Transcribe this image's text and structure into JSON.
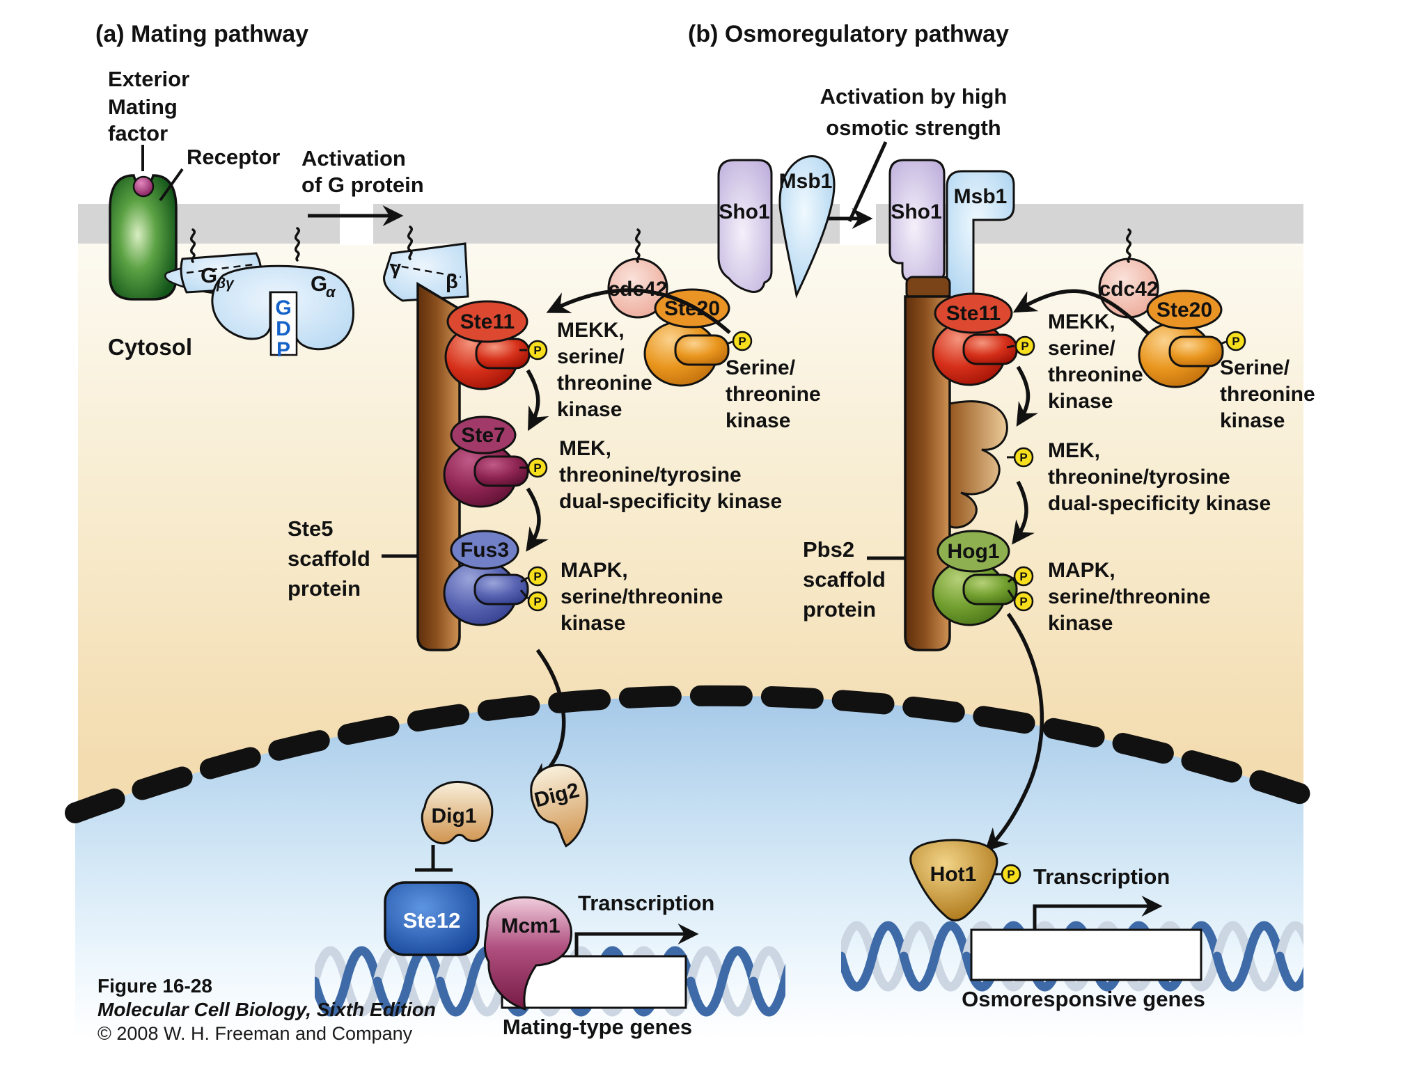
{
  "panel_a": {
    "title": "(a)  Mating pathway",
    "exterior": "Exterior",
    "mating_factor_l1": "Mating",
    "mating_factor_l2": "factor",
    "receptor": "Receptor",
    "activation_l1": "Activation",
    "activation_l2": "of G protein",
    "cytosol": "Cytosol",
    "g_beta_gamma_main": "G",
    "g_beta_gamma_sub": "βγ",
    "g_alpha_main": "G",
    "g_alpha_sub": "α",
    "gdp_g": "G",
    "gdp_d": "D",
    "gdp_p": "P",
    "gamma": "γ",
    "beta": "β",
    "scaffold_l1": "Ste5",
    "scaffold_l2": "scaffold",
    "scaffold_l3": "protein",
    "ste11": "Ste11",
    "ste7": "Ste7",
    "fus3": "Fus3",
    "cdc42": "cdc42",
    "ste20": "Ste20",
    "dig1": "Dig1",
    "dig2": "Dig2",
    "ste12": "Ste12",
    "mcm1": "Mcm1",
    "transcription": "Transcription",
    "genes": "Mating-type genes"
  },
  "panel_b": {
    "title": "(b)  Osmoregulatory pathway",
    "activation_l1": "Activation by high",
    "activation_l2": "osmotic strength",
    "sho1": "Sho1",
    "msb1": "Msb1",
    "cdc42": "cdc42",
    "ste20": "Ste20",
    "ste11": "Ste11",
    "scaffold_l1": "Pbs2",
    "scaffold_l2": "scaffold",
    "scaffold_l3": "protein",
    "hog1": "Hog1",
    "hot1": "Hot1",
    "transcription": "Transcription",
    "genes": "Osmoresponsive genes"
  },
  "kinase_labels": {
    "mekk": [
      "MEKK,",
      "serine/",
      "threonine",
      "kinase"
    ],
    "ste20_kinase": [
      "Serine/",
      "threonine",
      "kinase"
    ],
    "mek": [
      "MEK,",
      "threonine/tyrosine",
      "dual-specificity kinase"
    ],
    "mapk": [
      "MAPK,",
      "serine/threonine",
      "kinase"
    ]
  },
  "phosphate": "P",
  "caption": {
    "figure": "Figure 16-28",
    "book": "Molecular Cell Biology, Sixth Edition",
    "copyright": "© 2008 W. H. Freeman and Company"
  },
  "colors": {
    "membrane_gray": "#d5d5d5",
    "phosphate_yellow": "#f7df1e",
    "cytosol_tan": "#f3dcb0",
    "nucleus_blue": "#a6c9e8",
    "scaffold_brown": "#8a4f1e",
    "receptor_green": "#1d6b1f",
    "gprotein_blue": "#badbf4",
    "sho1_lavender": "#c4b6e0",
    "msb1_lightblue": "#a9d2f0",
    "cdc42_pink": "#efb2a2",
    "ste20_orange": "#e9961e",
    "ste11_red": "#d6301a",
    "ste7_maroon": "#8f2552",
    "fus3_blue": "#5864b2",
    "hog1_green": "#73a030",
    "dig_tan": "#d49a58",
    "ste12_blue": "#1c4fa0",
    "mcm1_maroon": "#7c1c48",
    "hot1_gold": "#b57a16",
    "dna_blue": "#3e6ba8"
  }
}
